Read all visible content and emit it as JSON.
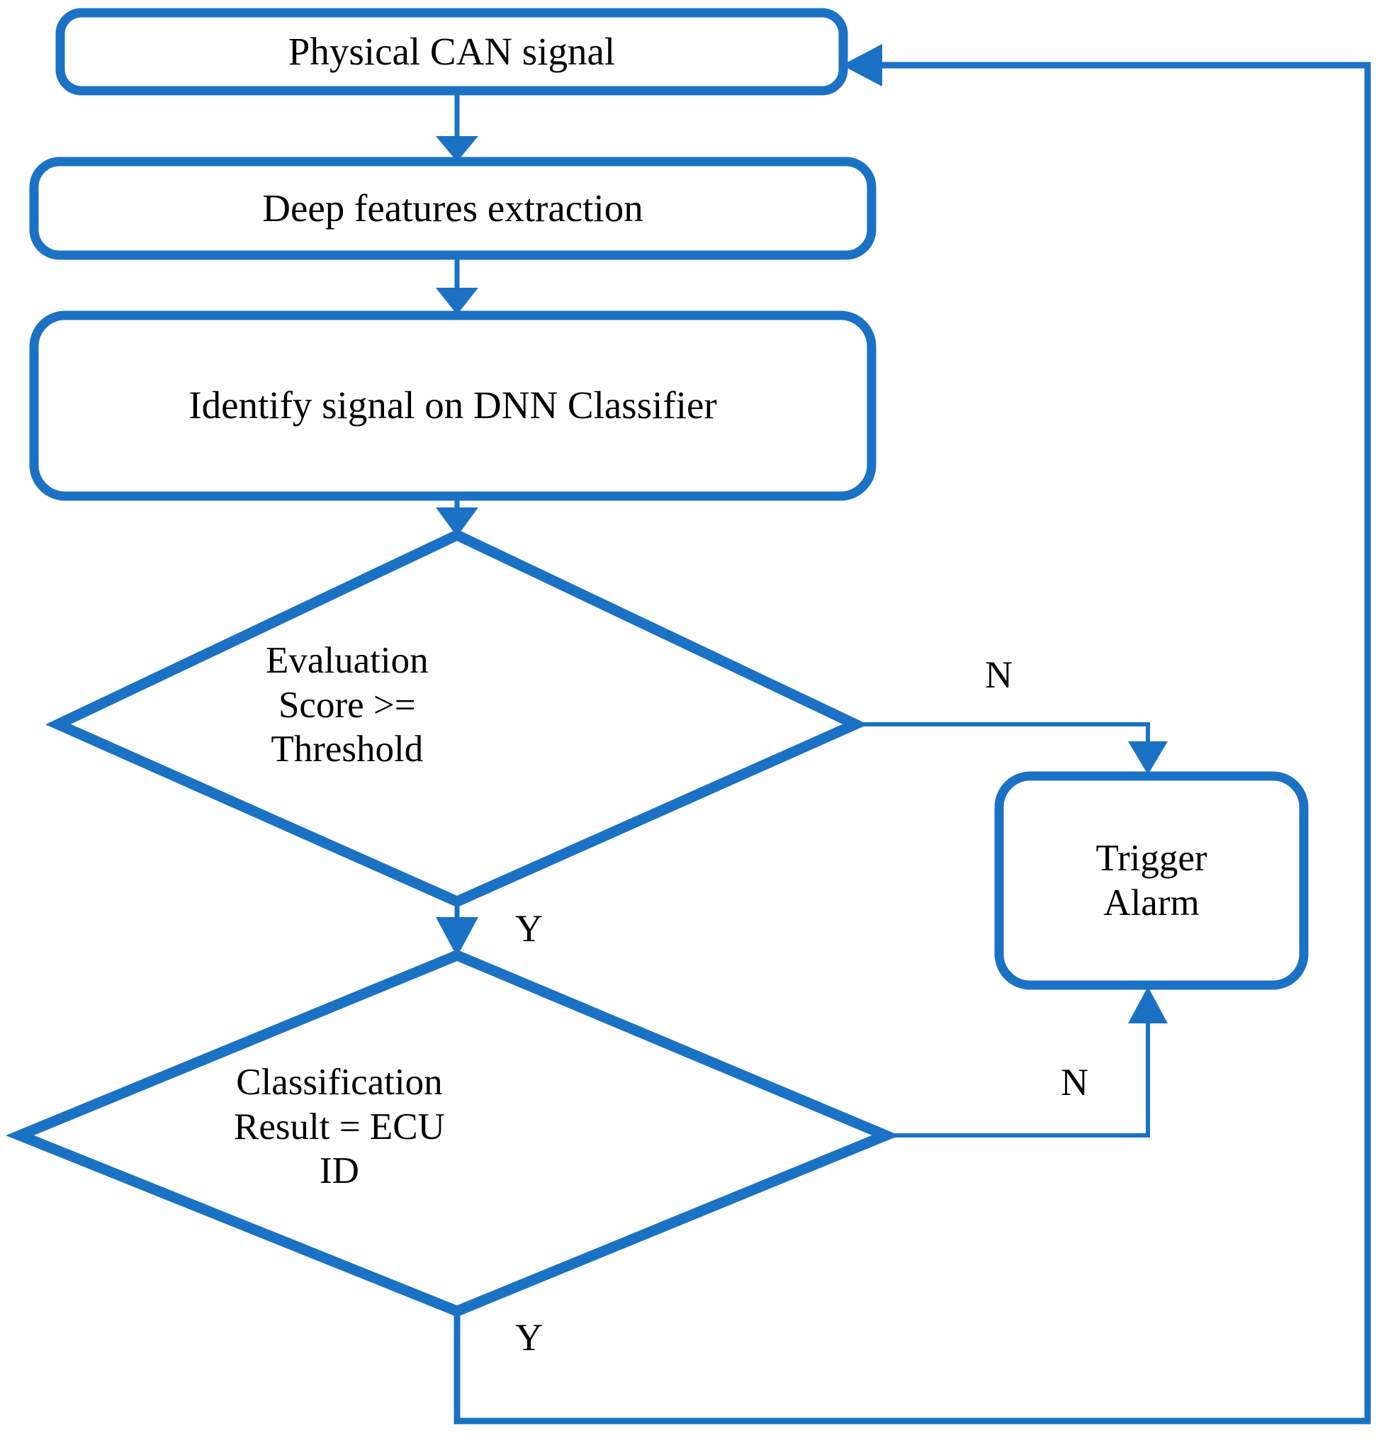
{
  "diagram": {
    "type": "flowchart",
    "title": "CAN signal intrusion detection flowchart",
    "colors": {
      "stroke": "#1b72c4",
      "fill": "#ffffff",
      "text": "#000000"
    },
    "nodes": [
      {
        "id": "physical-can-signal",
        "shape": "rounded-rectangle",
        "label": "Physical CAN signal"
      },
      {
        "id": "deep-features-extraction",
        "shape": "rounded-rectangle",
        "label": "Deep features extraction"
      },
      {
        "id": "identify-signal-dnn",
        "shape": "rounded-rectangle",
        "label": "Identify signal on DNN Classifier"
      },
      {
        "id": "evaluation-score-decision",
        "shape": "diamond",
        "label": "Evaluation\nScore >=\nThreshold"
      },
      {
        "id": "classification-result-decision",
        "shape": "diamond",
        "label": "Classification\nResult = ECU\nID"
      },
      {
        "id": "trigger-alarm",
        "shape": "rounded-rectangle",
        "label": "Trigger\nAlarm"
      }
    ],
    "edges": [
      {
        "id": "e1",
        "from": "physical-can-signal",
        "to": "deep-features-extraction",
        "label": ""
      },
      {
        "id": "e2",
        "from": "deep-features-extraction",
        "to": "identify-signal-dnn",
        "label": ""
      },
      {
        "id": "e3",
        "from": "identify-signal-dnn",
        "to": "evaluation-score-decision",
        "label": ""
      },
      {
        "id": "e4",
        "from": "evaluation-score-decision",
        "to": "trigger-alarm",
        "label": "N"
      },
      {
        "id": "e5",
        "from": "evaluation-score-decision",
        "to": "classification-result-decision",
        "label": "Y"
      },
      {
        "id": "e6",
        "from": "classification-result-decision",
        "to": "trigger-alarm",
        "label": "N"
      },
      {
        "id": "e7",
        "from": "classification-result-decision",
        "to": "physical-can-signal",
        "label": "Y"
      }
    ],
    "edge_labels": {
      "eval_no": "N",
      "eval_yes": "Y",
      "class_no": "N",
      "class_yes": "Y"
    }
  }
}
